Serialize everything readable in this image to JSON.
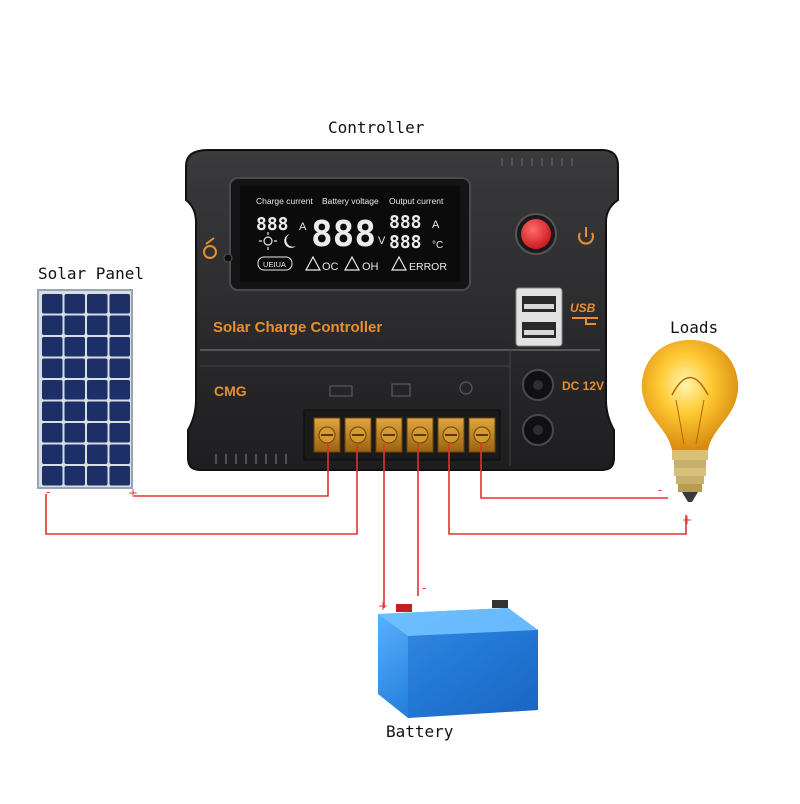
{
  "labels": {
    "controller": "Controller",
    "solar_panel": "Solar Panel",
    "loads": "Loads",
    "battery": "Battery"
  },
  "controller": {
    "brand_title": "Solar Charge Controller",
    "brand": "CMG",
    "lcd": {
      "charge_current_label": "Charge current",
      "battery_voltage_label": "Battery voltage",
      "output_current_label": "Output current",
      "charge_digits": "888",
      "voltage_digits": "888",
      "output_digits": "888",
      "temp_digits": "888",
      "unit_a1": "A",
      "unit_v": "V",
      "unit_a2": "A",
      "unit_c": "°C",
      "logo": "UEIUA",
      "oc": "OC",
      "oh": "OH",
      "error": "ERROR"
    },
    "usb_label": "USB",
    "dc_label": "DC 12V"
  },
  "polarity": {
    "plus": "+",
    "minus": "-"
  },
  "colors": {
    "body": "#2b2b2d",
    "accent": "#e8902c",
    "wire": "#e53030",
    "terminal": "#c98a1e",
    "battery": "#2a86e0",
    "bulb": "#f4b21a"
  }
}
